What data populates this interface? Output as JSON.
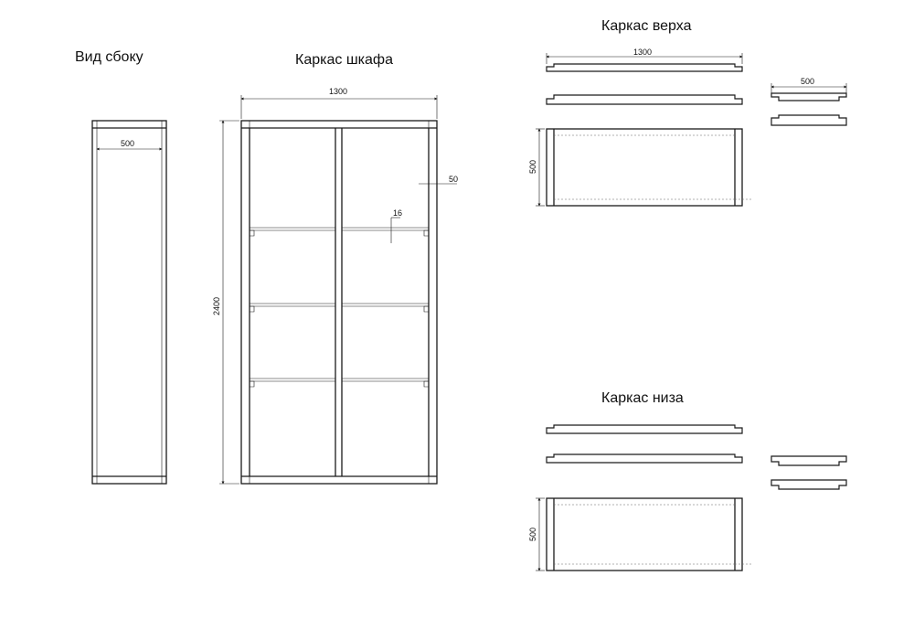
{
  "titles": {
    "side_view": "Вид сбоку",
    "cabinet_frame": "Каркас шкафа",
    "top_frame": "Каркас верха",
    "bottom_frame": "Каркас низа"
  },
  "dimensions": {
    "side_depth": "500",
    "cabinet_width": "1300",
    "cabinet_height": "2400",
    "post_width": "50",
    "shelf_thickness": "16",
    "top_width": "1300",
    "top_side_depth": "500",
    "top_frame_depth": "500",
    "bottom_frame_depth": "500"
  }
}
